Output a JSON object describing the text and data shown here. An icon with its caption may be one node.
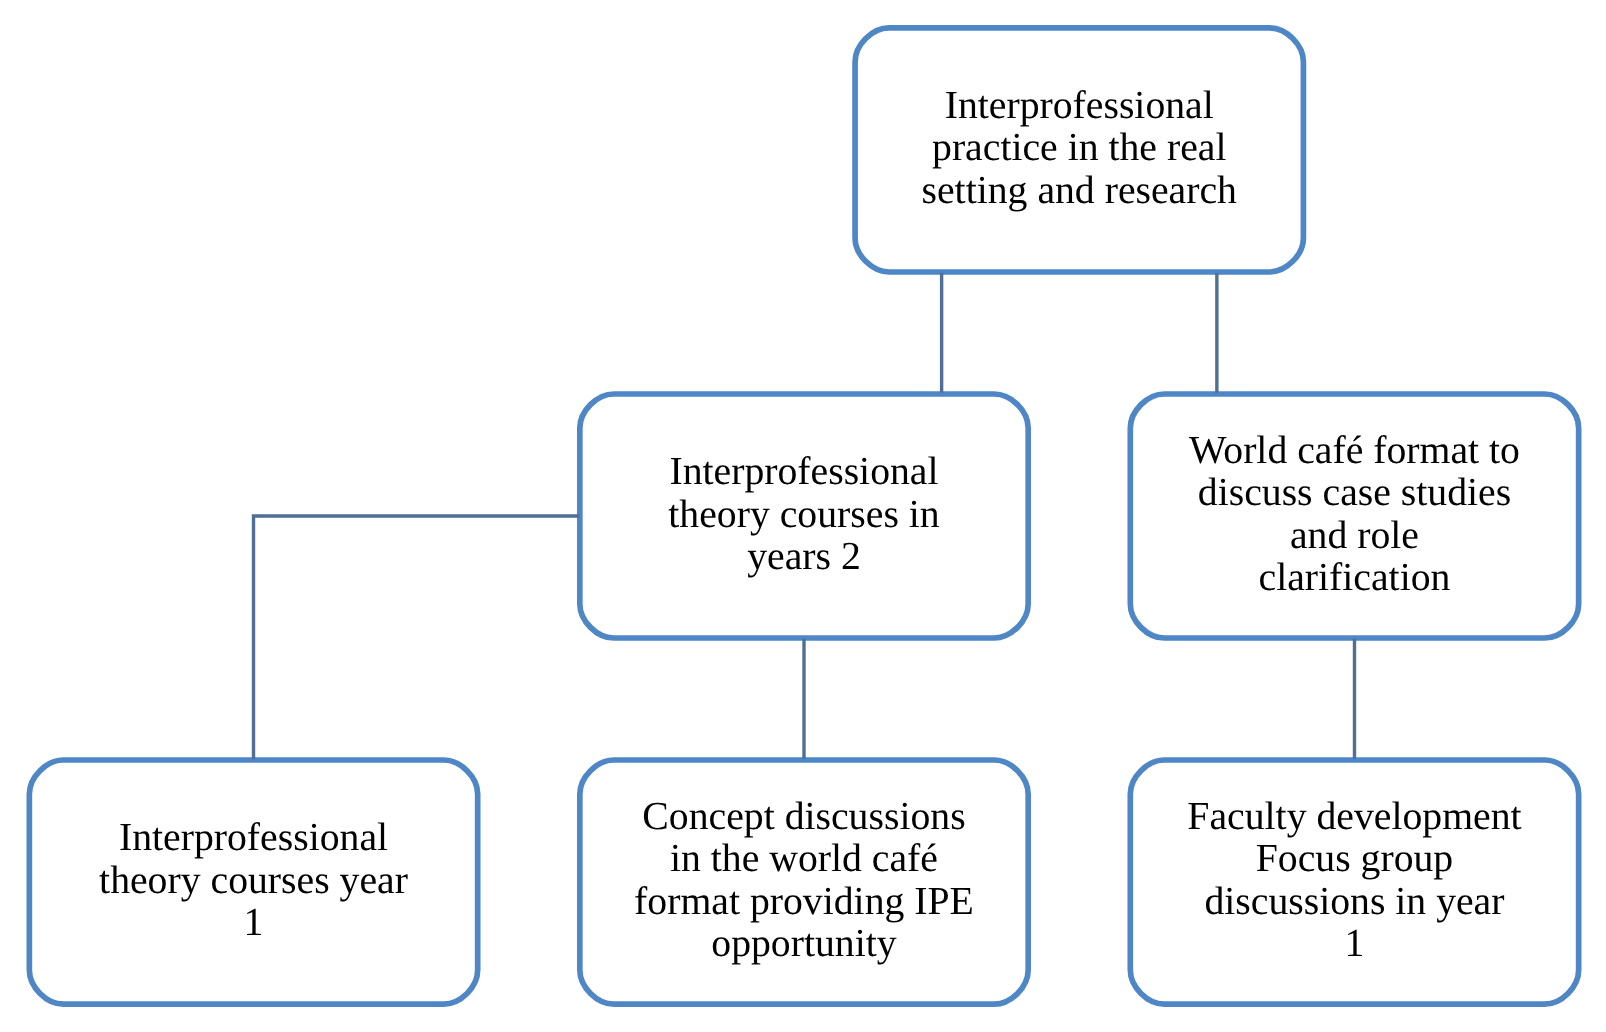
{
  "diagram": {
    "nodes": [
      {
        "text": [
          "Interprofessional practice in the real setting and research"
        ]
      },
      {
        "text": [
          "Interprofessional theory courses in years 2"
        ]
      },
      {
        "text": [
          "World café format to discuss case studies and role clarification"
        ]
      },
      {
        "text": [
          "Interprofessional theory courses year 1"
        ]
      },
      {
        "text": [
          "Concept discussions in the world café format providing IPE opportunity"
        ]
      },
      {
        "text": [
          "Faculty development Focus group discussions in year 1"
        ]
      }
    ],
    "edges": [
      {
        "from": 0,
        "to": 1,
        "arrow": "none"
      },
      {
        "from": 0,
        "to": 2,
        "arrow": "none"
      },
      {
        "from": 1,
        "to": 3,
        "arrow": "none"
      },
      {
        "from": 1,
        "to": 4,
        "arrow": "none"
      },
      {
        "from": 2,
        "to": 5,
        "arrow": "none"
      }
    ]
  }
}
